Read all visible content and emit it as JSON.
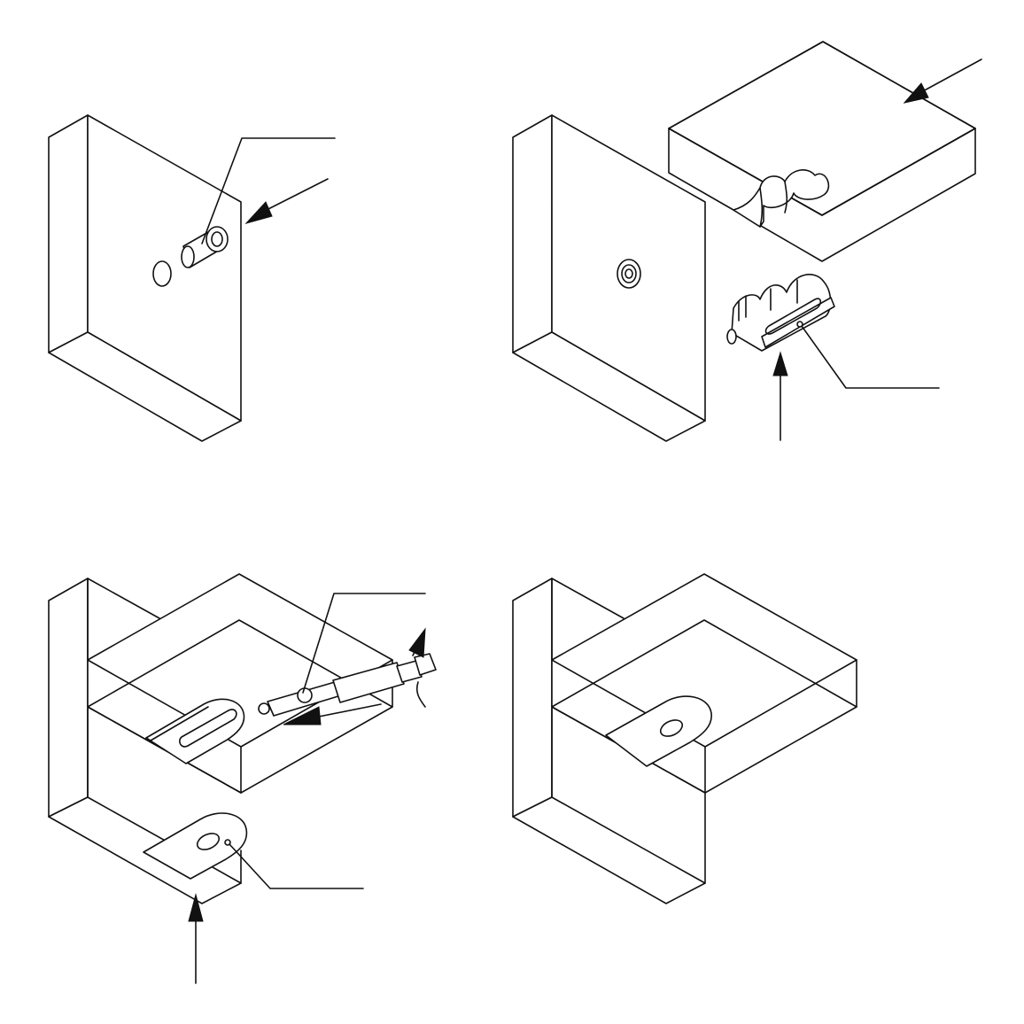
{
  "figure": {
    "panel_count": 4,
    "panels": [
      {
        "id": "step-1",
        "parts": [
          "wall-panel",
          "threaded-insert",
          "drilled-hole"
        ],
        "callouts": 1,
        "arrows": 1
      },
      {
        "id": "step-2",
        "parts": [
          "wall-panel",
          "installed-insert",
          "shelf-board",
          "shelf-recess",
          "hanger-bracket"
        ],
        "callouts": 1,
        "arrows": 2
      },
      {
        "id": "step-3",
        "parts": [
          "wall-panel",
          "shelf-board",
          "hanger-bracket",
          "hex-bit-driver",
          "cover-plate"
        ],
        "callouts": 2,
        "arrows": 3
      },
      {
        "id": "step-4",
        "parts": [
          "wall-panel",
          "shelf-board",
          "cover-plate-installed"
        ],
        "callouts": 0,
        "arrows": 0
      }
    ],
    "colors": {
      "line": "#111111",
      "background": "#ffffff"
    }
  }
}
